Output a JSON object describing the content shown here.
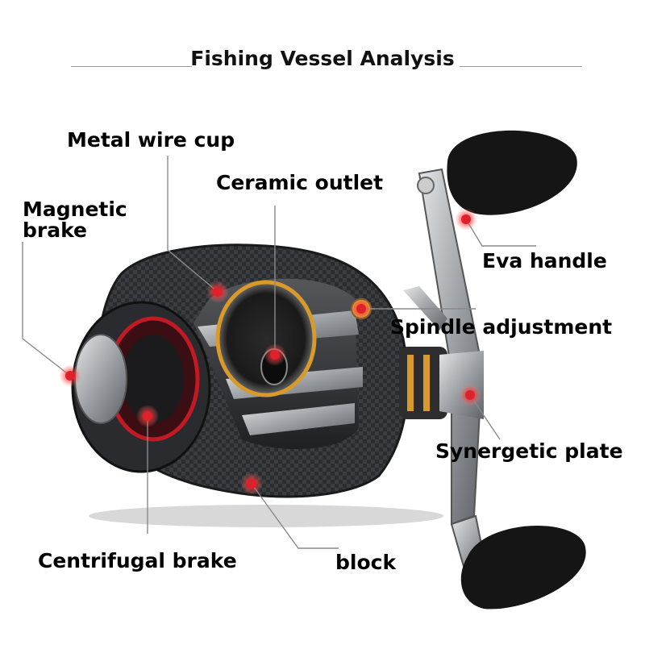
{
  "title": "Fishing Vessel Analysis",
  "labels": {
    "metal_wire_cup": "Metal wire cup",
    "ceramic_outlet": "Ceramic outlet",
    "magnetic_brake": "Magnetic brake",
    "eva_handle": "Eva handle",
    "spindle_adjustment": "Spindle adjustment",
    "synergetic_plate": "Synergetic plate",
    "centrifugal_brake": "Centrifugal brake",
    "block": "block"
  },
  "colors": {
    "marker": "#e0202a",
    "leader_line": "#8a8a8a",
    "reel_body": "#3a3a3d",
    "metal": "#a9acb0",
    "accent_gold": "#d79a2b",
    "foam": "#151515"
  }
}
